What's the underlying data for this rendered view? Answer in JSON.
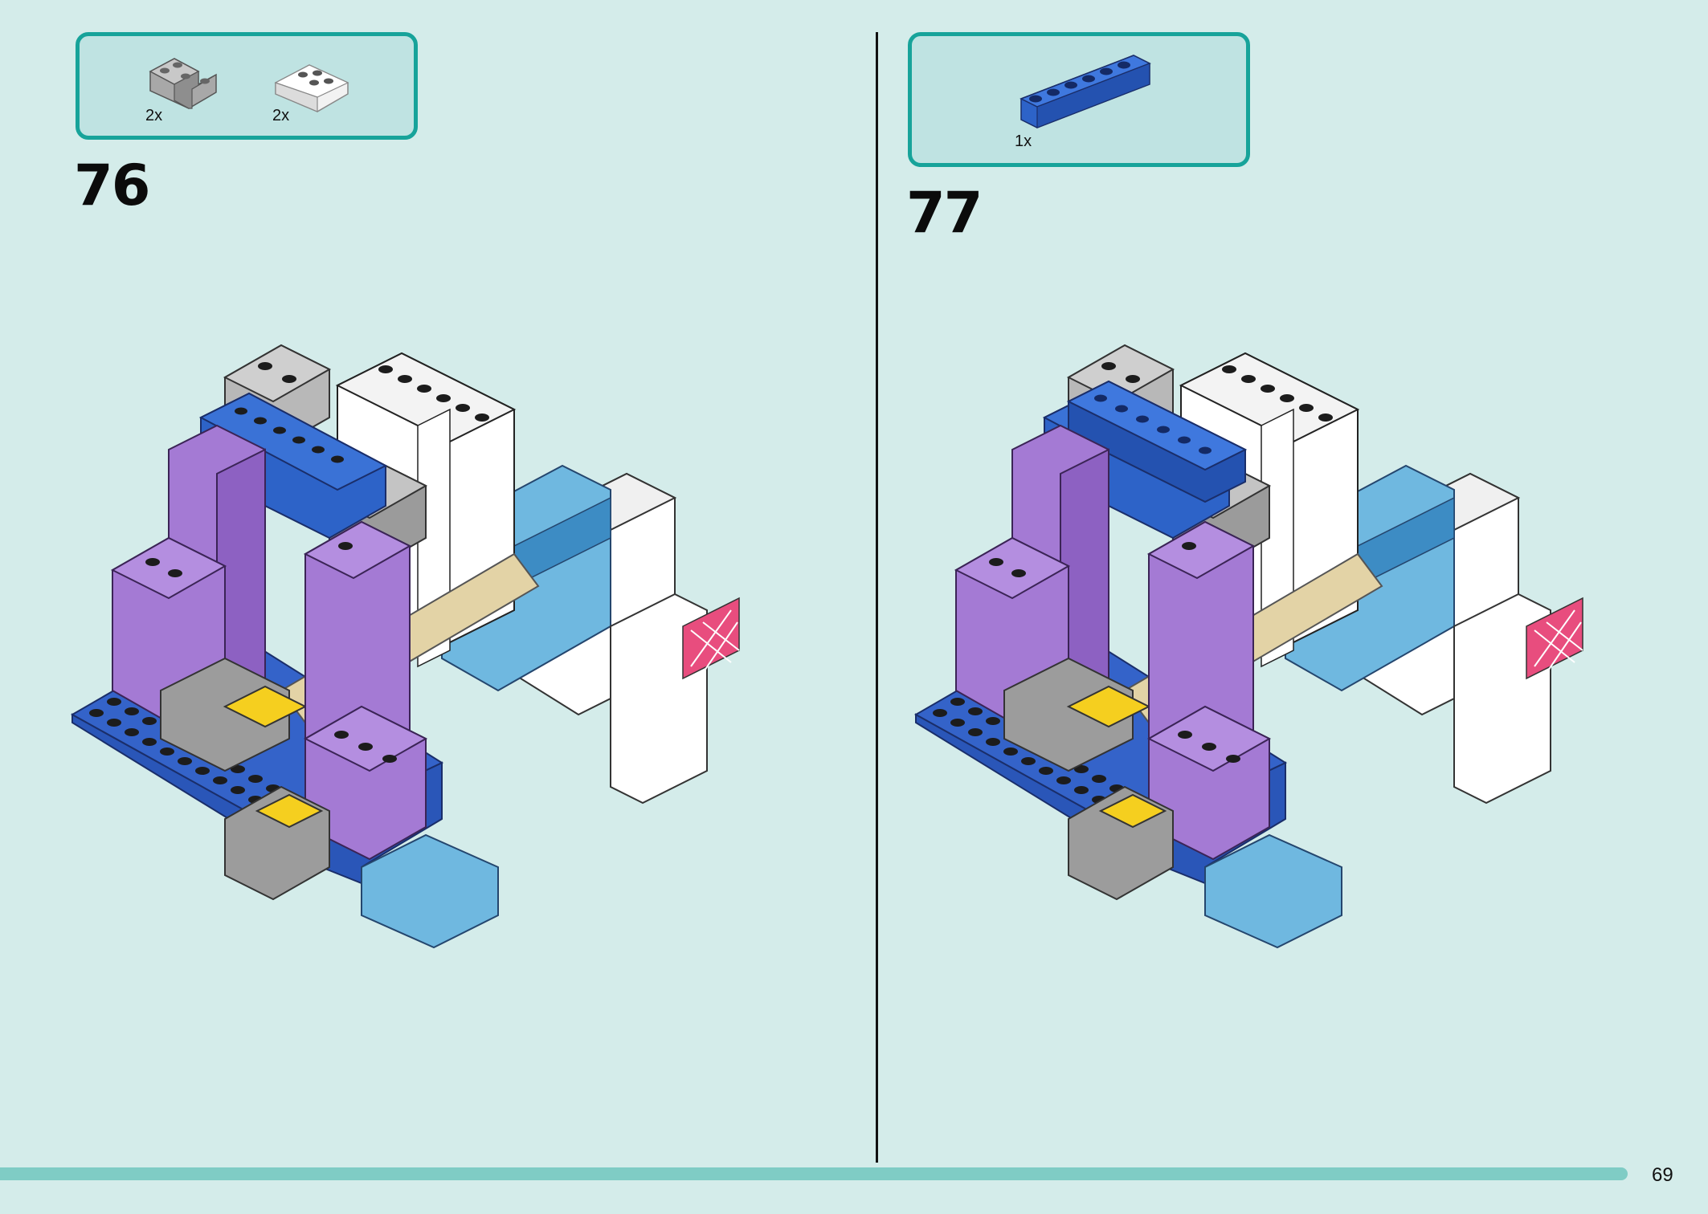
{
  "steps": [
    {
      "number": "76",
      "parts": [
        {
          "qty": "2x",
          "icon": "gray-corner-plate-icon",
          "color": "#a8a8a8"
        },
        {
          "qty": "2x",
          "icon": "white-inverted-slope-icon",
          "color": "#f2f2f2"
        }
      ]
    },
    {
      "number": "77",
      "parts": [
        {
          "qty": "1x",
          "icon": "blue-1x6-brick-icon",
          "color": "#2d63c8"
        }
      ]
    }
  ],
  "page_number": "69",
  "colors": {
    "background": "#d4ecea",
    "parts_box_fill": "#bfe3e2",
    "parts_box_border": "#17a39a",
    "footer_bar": "#7fccc5"
  }
}
